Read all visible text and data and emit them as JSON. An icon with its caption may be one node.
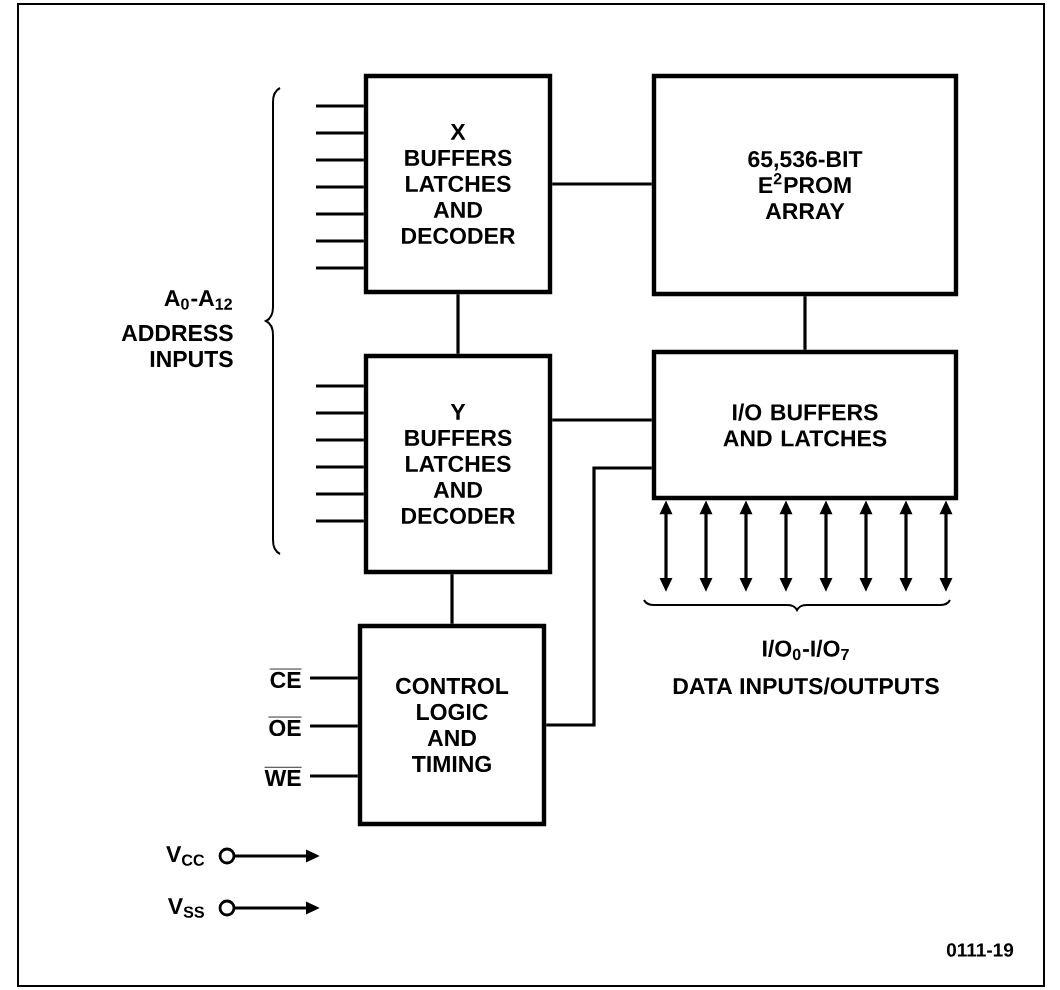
{
  "diagram": {
    "nodes": [
      {
        "text": [
          "X BUFFERS LATCHES AND DECODER"
        ]
      },
      {
        "text": [
          "65,536-BIT E$^{2}$PROM ARRAY"
        ]
      },
      {
        "text": [
          "Y BUFFERS LATCHES AND DECODER"
        ]
      },
      {
        "text": [
          "I/O BUFFERS AND LATCHES"
        ]
      },
      {
        "text": [
          "CONTROL LOGIC AND TIMING"
        ]
      },
      {
        "text": [
          "CE"
        ]
      },
      {
        "text": [
          "OE"
        ]
      },
      {
        "text": [
          "WE"
        ]
      },
      {
        "text": [
          "V$_{CC}$"
        ]
      },
      {
        "text": [
          "V$_{SS}$"
        ]
      }
    ],
    "edges": [
      {
        "from": 0,
        "to": 1,
        "arrow": "none"
      },
      {
        "from": 0,
        "to": 2,
        "arrow": "none"
      },
      {
        "from": 1,
        "to": 3,
        "arrow": "none"
      },
      {
        "from": 2,
        "to": 3,
        "arrow": "none"
      },
      {
        "from": 2,
        "to": 4,
        "arrow": "none"
      },
      {
        "from": 4,
        "to": 3,
        "arrow": "none"
      },
      {
        "from": 5,
        "to": 4,
        "arrow": "none"
      },
      {
        "from": 6,
        "to": 4,
        "arrow": "none"
      },
      {
        "from": 7,
        "to": 4,
        "arrow": "none"
      },
      {
        "from": 8,
        "to": null,
        "arrow": "to"
      },
      {
        "from": 9,
        "to": null,
        "arrow": "to"
      },
      {
        "from": null,
        "to": 0,
        "arrow": "none"
      },
      {
        "from": null,
        "to": 0,
        "arrow": "none"
      },
      {
        "from": null,
        "to": 0,
        "arrow": "none"
      },
      {
        "from": null,
        "to": 0,
        "arrow": "none"
      },
      {
        "from": null,
        "to": 0,
        "arrow": "none"
      },
      {
        "from": null,
        "to": 0,
        "arrow": "none"
      },
      {
        "from": null,
        "to": 0,
        "arrow": "none"
      },
      {
        "from": null,
        "to": 2,
        "arrow": "none"
      },
      {
        "from": null,
        "to": 2,
        "arrow": "none"
      },
      {
        "from": null,
        "to": 2,
        "arrow": "none"
      },
      {
        "from": null,
        "to": 2,
        "arrow": "none"
      },
      {
        "from": null,
        "to": 2,
        "arrow": "none"
      },
      {
        "from": null,
        "to": 2,
        "arrow": "none"
      },
      {
        "from": 3,
        "to": null,
        "arrow": "both"
      },
      {
        "from": 3,
        "to": null,
        "arrow": "both"
      },
      {
        "from": 3,
        "to": null,
        "arrow": "both"
      },
      {
        "from": 3,
        "to": null,
        "arrow": "both"
      },
      {
        "from": 3,
        "to": null,
        "arrow": "both"
      },
      {
        "from": 3,
        "to": null,
        "arrow": "both"
      },
      {
        "from": 3,
        "to": null,
        "arrow": "both"
      },
      {
        "from": 3,
        "to": null,
        "arrow": "both"
      }
    ],
    "labels": [
      "A$_{0}$-A$_{12}$",
      "ADDRESS INPUTS",
      "I/O$_{0}$-I/O$_{7}$",
      "DATA INPUTS/OUTPUTS",
      "0111-19"
    ]
  }
}
